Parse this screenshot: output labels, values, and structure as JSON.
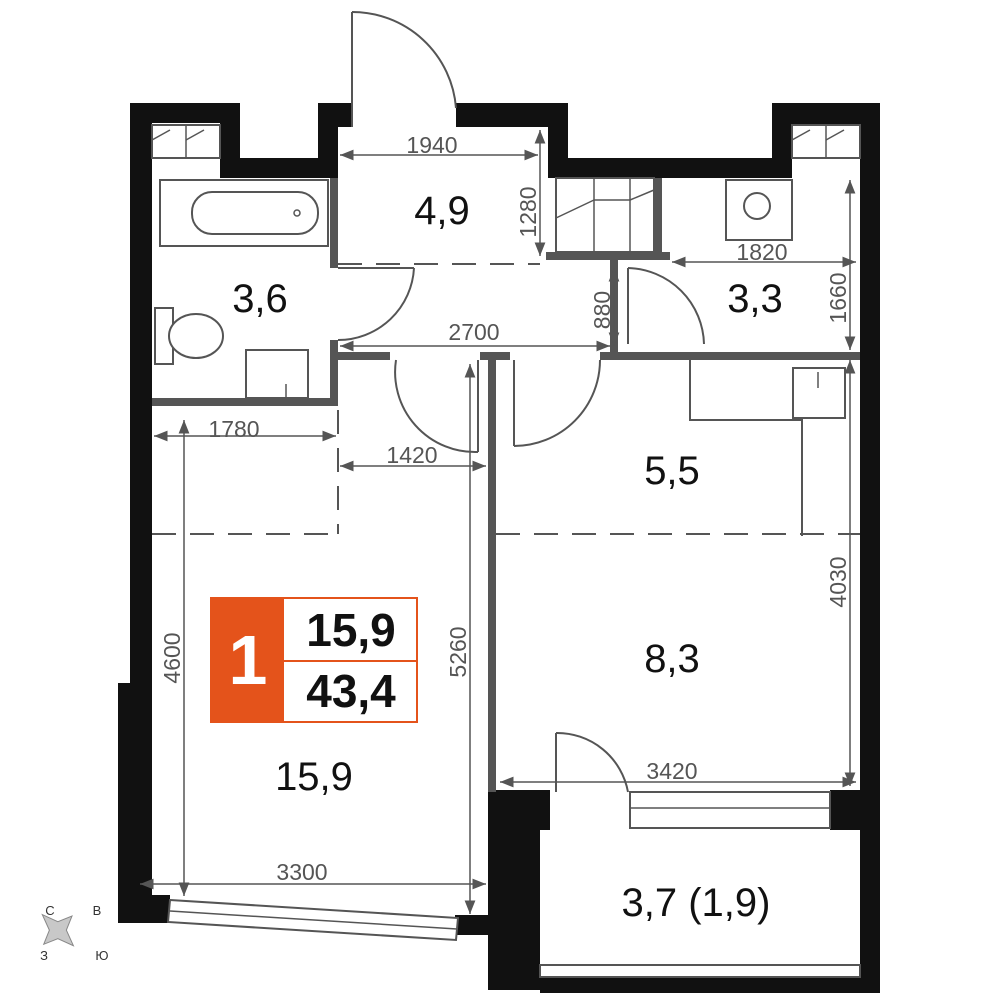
{
  "rooms": {
    "hall": "4,9",
    "bathroom": "3,6",
    "wc": "3,3",
    "kitchen": "5,5",
    "dining": "8,3",
    "living": "15,9",
    "balcony": "3,7 (1,9)"
  },
  "dimensions": {
    "hall_width": "1940",
    "hall_depth": "1280",
    "wc_width": "1820",
    "wc_depth": "1660",
    "corridor_depth": "880",
    "corridor_width": "2700",
    "bath_width": "1780",
    "niche_width": "1420",
    "living_depth_left": "4600",
    "living_depth_right": "5260",
    "living_width": "3300",
    "kitchen_depth": "4030",
    "kitchen_width": "3420"
  },
  "summary": {
    "rooms_count": "1",
    "living_area": "15,9",
    "total_area": "43,4"
  },
  "compass": {
    "n": "С",
    "e": "В",
    "s": "Ю",
    "w": "З"
  },
  "colors": {
    "accent": "#e4531b",
    "wall": "#111111",
    "line": "#555555"
  }
}
